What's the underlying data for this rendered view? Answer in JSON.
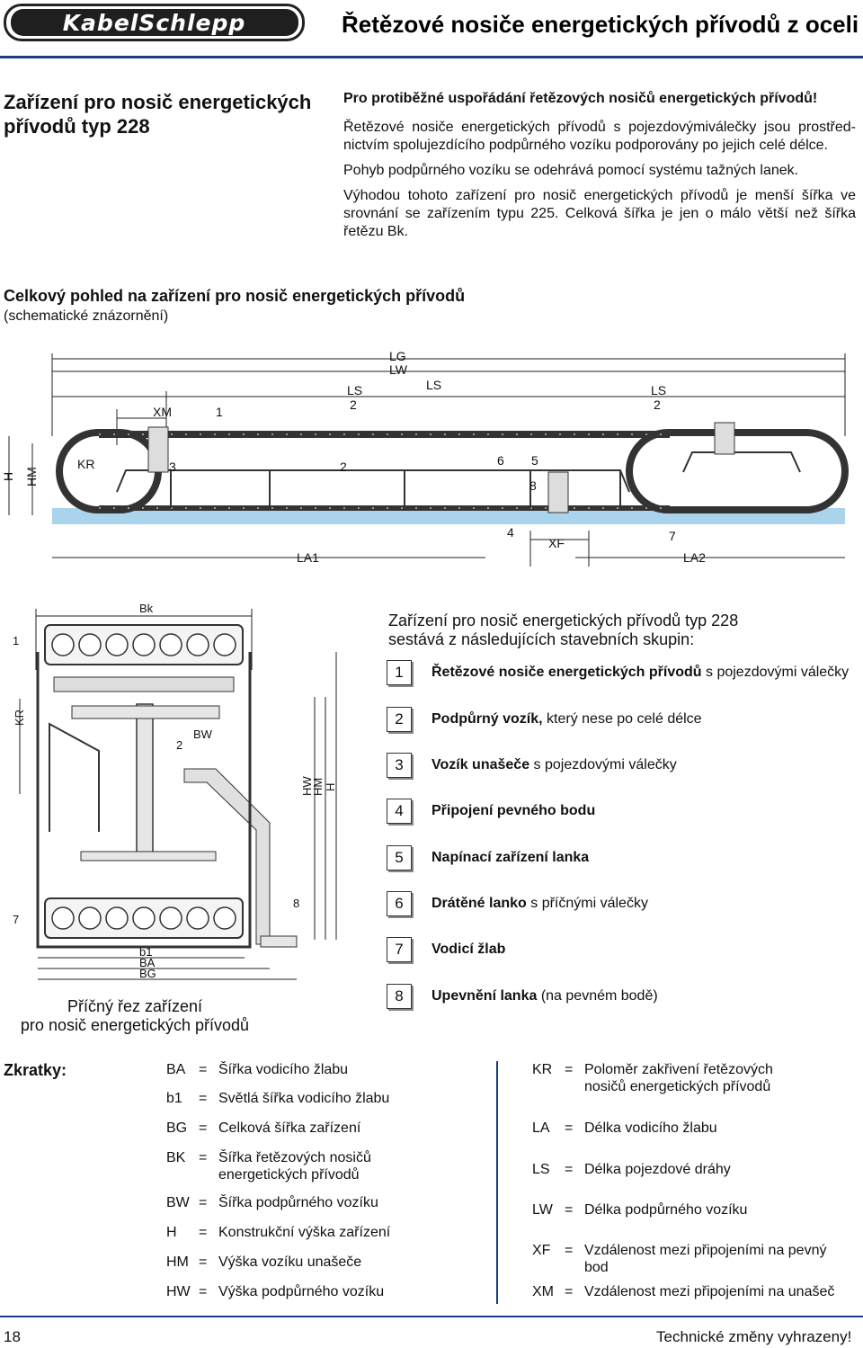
{
  "header": {
    "logo_text": "KabelSchlepp",
    "title": "Řetězové nosiče energetických přívodů z oceli"
  },
  "section": {
    "heading": "Zařízení pro nosič energetických přívodů typ 228"
  },
  "intro": {
    "lead": "Pro protiběžné uspořádání řetězových nosičů energetických přívodů!",
    "p1": "Řetězové nosiče energetických přívodů s pojezdovýmiválečky jsou prostřed­nictvím spolujezdícího podpůrného vozíku podporovány po jejich celé délce.",
    "p2": "Pohyb podpůrného vozíku se odehrává pomocí systému tažných lanek.",
    "p3": "Výhodou tohoto zařízení pro nosič energetických přívodů je menší šířka ve srovnání se zařízením typu 225. Celková šířka je jen o málo větší než šířka řetězu Bk."
  },
  "overview": {
    "title": "Celkový pohled na zařízení pro nosič energetických přívodů",
    "subtitle": "(schematické znázornění)"
  },
  "diagram_labels": {
    "lg": "LG",
    "lw": "LW",
    "ls": "LS",
    "ls2a": "LS",
    "two_a": "2",
    "ls2b": "LS",
    "two_b": "2",
    "xm": "XM",
    "n1": "1",
    "h": "H",
    "hm": "HM",
    "kr": "KR",
    "n3": "3",
    "n2": "2",
    "n6": "6",
    "n5": "5",
    "n8": "8",
    "n4": "4",
    "xf": "XF",
    "n7": "7",
    "la1": "LA1",
    "la2": "LA2"
  },
  "cross_labels": {
    "bk": "Bk",
    "n1": "1",
    "kr": "KR",
    "n2": "2",
    "bw": "BW",
    "hw": "HW",
    "hm": "HM",
    "h": "H",
    "n7": "7",
    "n8": "8",
    "b1": "b1",
    "ba": "BA",
    "bg": "BG"
  },
  "cross_caption": {
    "line1": "Příčný řez zařízení",
    "line2": "pro nosič energetických přívodů"
  },
  "components": {
    "title_line1": "Zařízení pro nosič energetických přívodů typ 228",
    "title_line2": "sestává z následujících stavebních skupin:",
    "items": [
      {
        "num": "1",
        "bold": "Řetězové nosiče energetických přívodů",
        "rest": " s pojezdovými válečky"
      },
      {
        "num": "2",
        "bold": "Podpůrný vozík,",
        "rest": " který nese po celé délce"
      },
      {
        "num": "3",
        "bold": "Vozík unašeče",
        "rest": " s pojezdovými válečky"
      },
      {
        "num": "4",
        "bold": "Připojení pevného bodu",
        "rest": ""
      },
      {
        "num": "5",
        "bold": "Napínací zařízení lanka",
        "rest": ""
      },
      {
        "num": "6",
        "bold": "Drátěné lanko",
        "rest": " s příčnými válečky"
      },
      {
        "num": "7",
        "bold": "Vodicí žlab",
        "rest": ""
      },
      {
        "num": "8",
        "bold": "Upevnění lanka",
        "rest": " (na pevném bodě)"
      }
    ]
  },
  "abbreviations": {
    "label": "Zkratky:",
    "left": [
      {
        "sym": "BA",
        "def": "Šířka vodicího žlabu"
      },
      {
        "sym": "b1",
        "def": "Světlá šířka vodicího žlabu"
      },
      {
        "sym": "BG",
        "def": "Celková šířka zařízení"
      },
      {
        "sym": "BK",
        "def": "Šířka řetězových nosičů energetických přívodů"
      },
      {
        "sym": "BW",
        "def": "Šířka podpůrného vozíku"
      },
      {
        "sym": "H",
        "def": "Konstrukční výška zařízení"
      },
      {
        "sym": "HM",
        "def": "Výška vozíku unašeče"
      },
      {
        "sym": "HW",
        "def": "Výška podpůrného vozíku"
      }
    ],
    "right": [
      {
        "sym": "KR",
        "def": "Poloměr zakřivení řetězových nosičů energetických přívodů"
      },
      {
        "sym": "LA",
        "def": "Délka vodicího žlabu"
      },
      {
        "sym": "LS",
        "def": "Délka pojezdové dráhy"
      },
      {
        "sym": "LW",
        "def": "Délka podpůrného vozíku"
      },
      {
        "sym": "XF",
        "def": "Vzdálenost mezi připojeními na pevný bod"
      },
      {
        "sym": "XM",
        "def": "Vzdálenost mezi připojeními na unašeč"
      }
    ],
    "equals": "="
  },
  "footer": {
    "page": "18",
    "note": "Technické změny vyhrazeny!"
  },
  "colors": {
    "accent": "#1a3c8a",
    "trough": "#a9d4ec"
  }
}
